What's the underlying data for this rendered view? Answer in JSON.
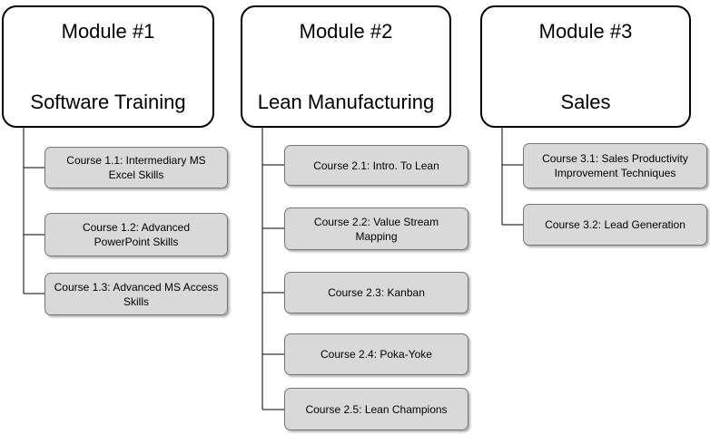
{
  "colors": {
    "module_border": "#000000",
    "module_fill": "#ffffff",
    "course_fill": "#d9d9d9",
    "course_border": "#777777",
    "connector": "#000000"
  },
  "modules": [
    {
      "number": "Module #1",
      "title": "Software Training",
      "courses": [
        {
          "label": "Course 1.1:  Intermediary MS\nExcel Skills"
        },
        {
          "label": "Course 1.2:  Advanced\nPowerPoint Skills"
        },
        {
          "label": "Course 1.3:  Advanced MS Access\nSkills"
        }
      ]
    },
    {
      "number": "Module #2",
      "title": "Lean Manufacturing",
      "courses": [
        {
          "label": "Course 2.1:  Intro. To Lean"
        },
        {
          "label": "Course 2.2:  Value Stream\nMapping"
        },
        {
          "label": "Course 2.3:   Kanban"
        },
        {
          "label": "Course 2.4:  Poka-Yoke"
        },
        {
          "label": "Course 2.5:  Lean Champions"
        }
      ]
    },
    {
      "number": "Module #3",
      "title": "Sales",
      "courses": [
        {
          "label": "Course 3.1:  Sales Productivity\nImprovement Techniques"
        },
        {
          "label": "Course 3.2:  Lead Generation"
        }
      ]
    }
  ]
}
